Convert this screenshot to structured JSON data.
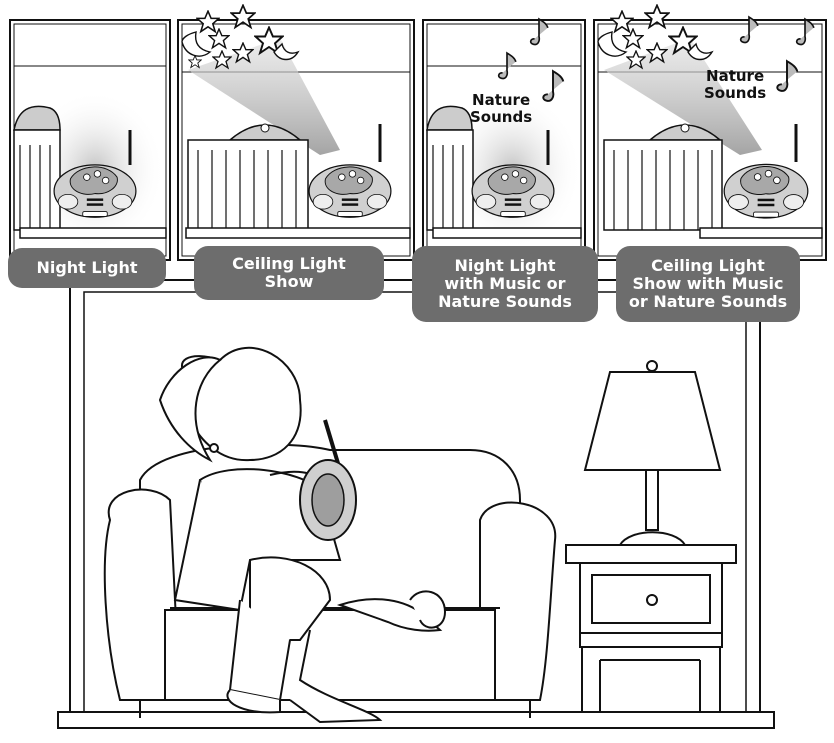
{
  "panels": [
    {
      "label_lines": [
        "Night Light"
      ]
    },
    {
      "label_lines": [
        "Ceiling Light",
        "Show"
      ]
    },
    {
      "label_lines": [
        "Night Light",
        "with Music or",
        "Nature Sounds"
      ]
    },
    {
      "label_lines": [
        "Ceiling Light",
        "Show with Music",
        "or Nature Sounds"
      ]
    }
  ],
  "overlay_text": {
    "panel3": [
      "Nature",
      "Sounds"
    ],
    "panel4": [
      "Nature",
      "Sounds"
    ]
  },
  "icons": [
    "stars-icon",
    "moon-icon",
    "music-note-icon",
    "crib-icon",
    "soother-device-icon",
    "lamp-icon",
    "couch-icon",
    "book-icon",
    "girl-illustration"
  ],
  "colors": {
    "label_bg": "#6d6d6d",
    "label_text": "#ffffff",
    "line": "#111111",
    "glow": "#cfcfcf"
  }
}
